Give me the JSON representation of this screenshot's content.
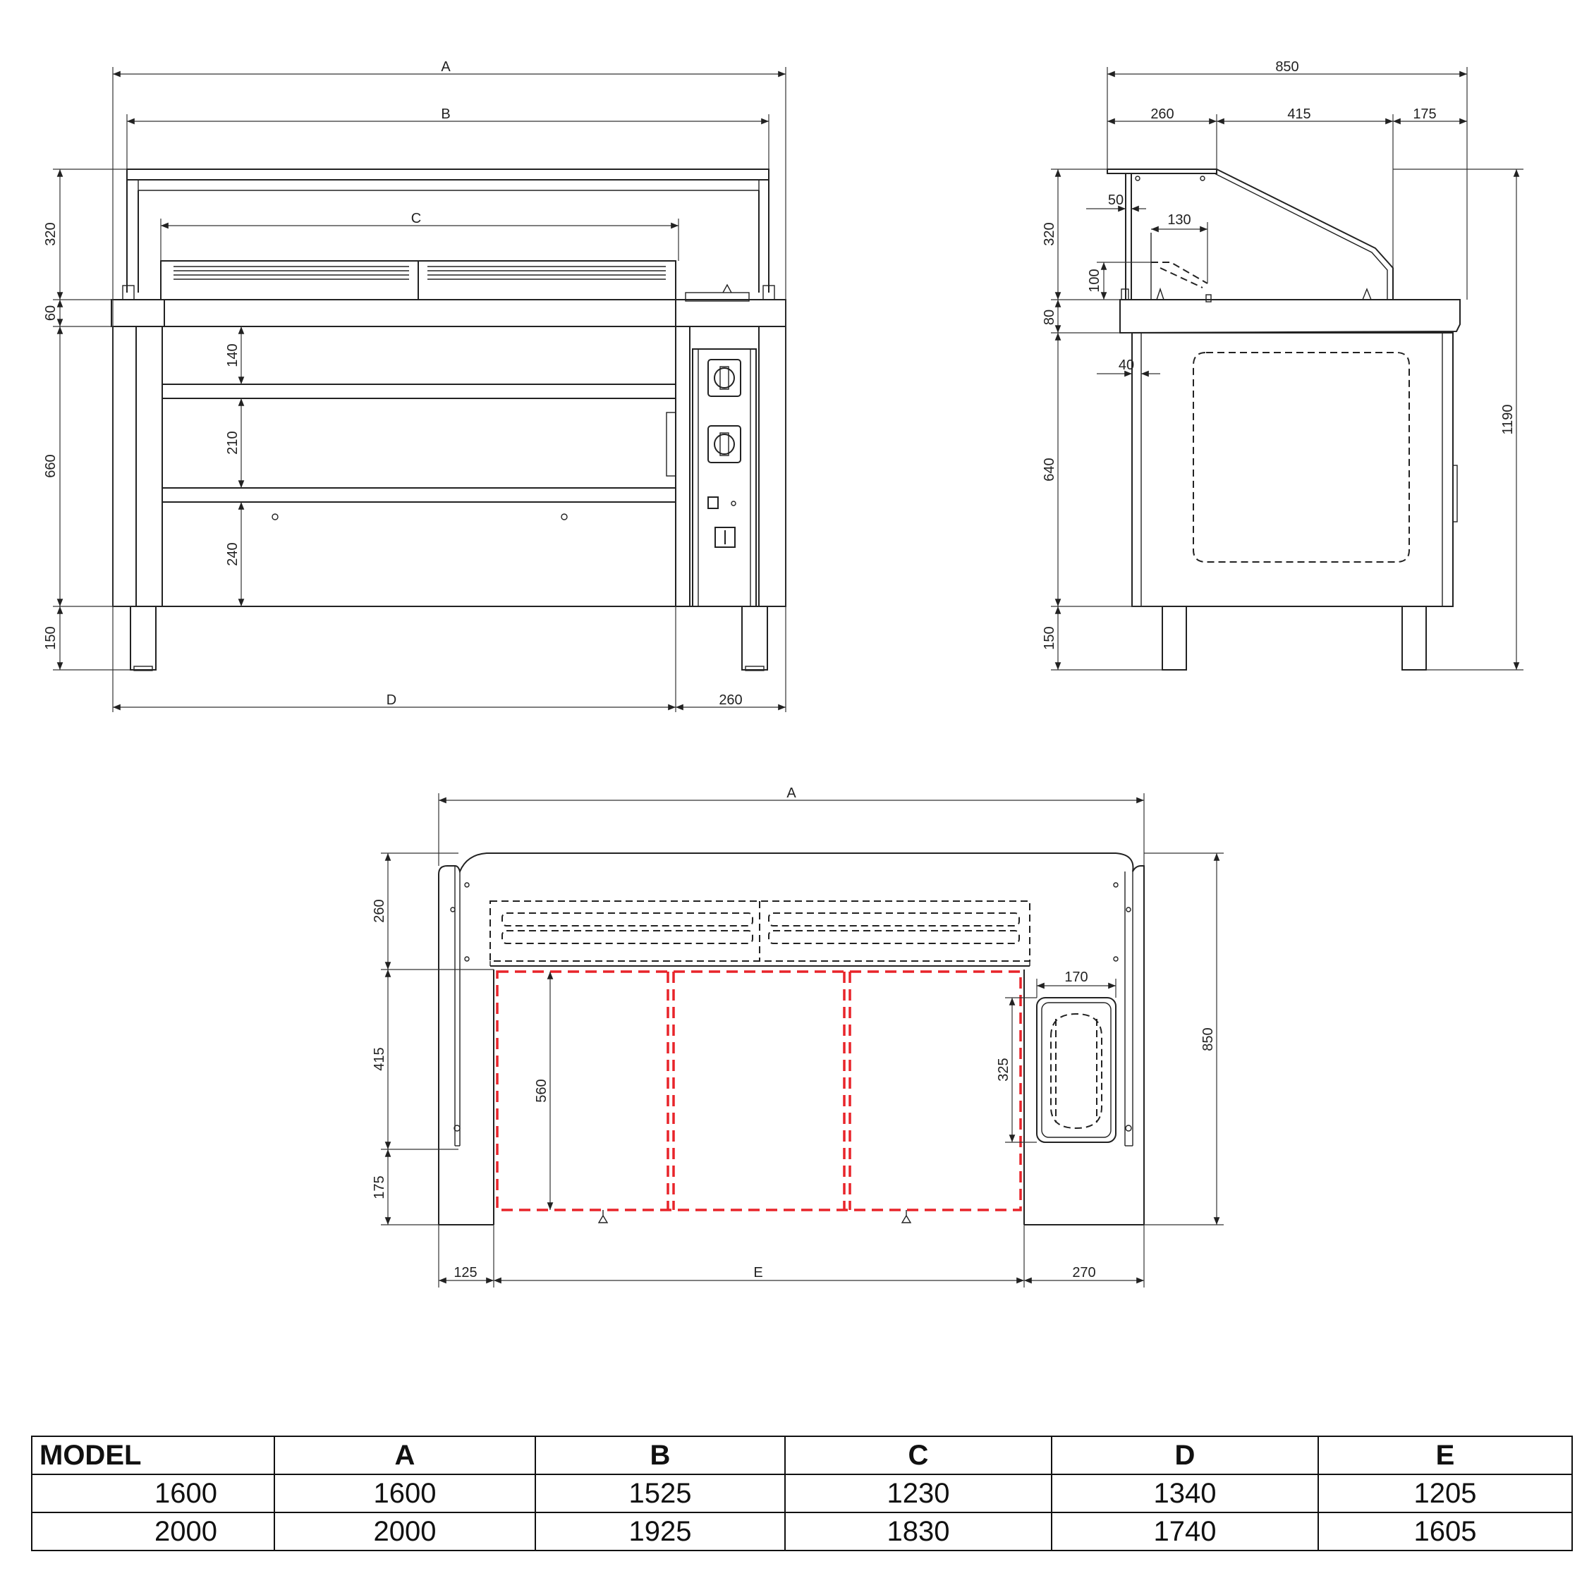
{
  "front_view": {
    "overall_width_label": "A",
    "glass_width_label": "B",
    "well_width_label": "C",
    "cabinet_width_label": "D",
    "panel_width": "260",
    "gantry_height": "320",
    "top_thickness": "60",
    "body_height": "660",
    "leg_height": "150",
    "shelf_1": "140",
    "shelf_2": "210",
    "shelf_3": "240"
  },
  "side_view": {
    "depth_total": "850",
    "depth_rear": "260",
    "depth_middle": "415",
    "depth_front": "175",
    "gantry_height": "320",
    "top_thickness": "80",
    "body_height": "640",
    "leg_height": "150",
    "total_height": "1190",
    "offset_50": "50",
    "shelf_depth": "130",
    "shelf_height": "100",
    "inset_40": "40"
  },
  "plan_view": {
    "overall_width_label": "A",
    "well_width_label": "E",
    "left_margin": "125",
    "right_panel": "270",
    "rear_depth": "260",
    "middle_depth": "415",
    "front_depth": "175",
    "total_depth": "850",
    "well_depth": "560",
    "pan_width": "170",
    "pan_length": "325"
  },
  "table": {
    "headers": [
      "MODEL",
      "A",
      "B",
      "C",
      "D",
      "E"
    ],
    "rows": [
      [
        "1600",
        "1600",
        "1525",
        "1230",
        "1340",
        "1205"
      ],
      [
        "2000",
        "2000",
        "1925",
        "1830",
        "1740",
        "1605"
      ]
    ]
  },
  "colors": {
    "line": "#222222",
    "highlight": "#e8242a"
  }
}
